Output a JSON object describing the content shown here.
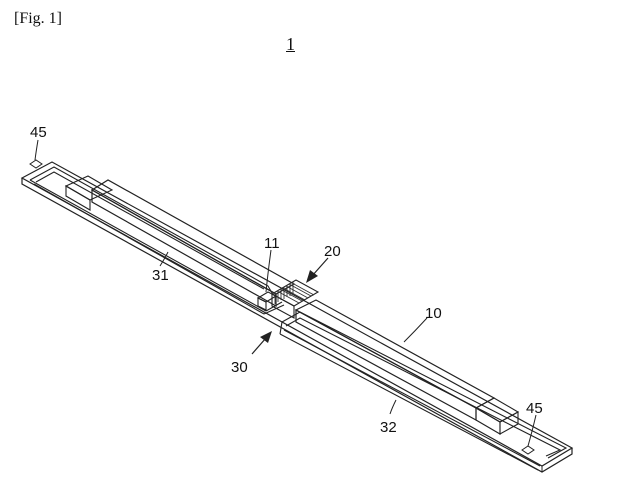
{
  "figure": {
    "label": "[Fig. 1]",
    "number": "1"
  },
  "callouts": {
    "c45_left": "45",
    "c45_right": "45",
    "c11": "11",
    "c20": "20",
    "c10": "10",
    "c31": "31",
    "c30": "30",
    "c32": "32"
  }
}
